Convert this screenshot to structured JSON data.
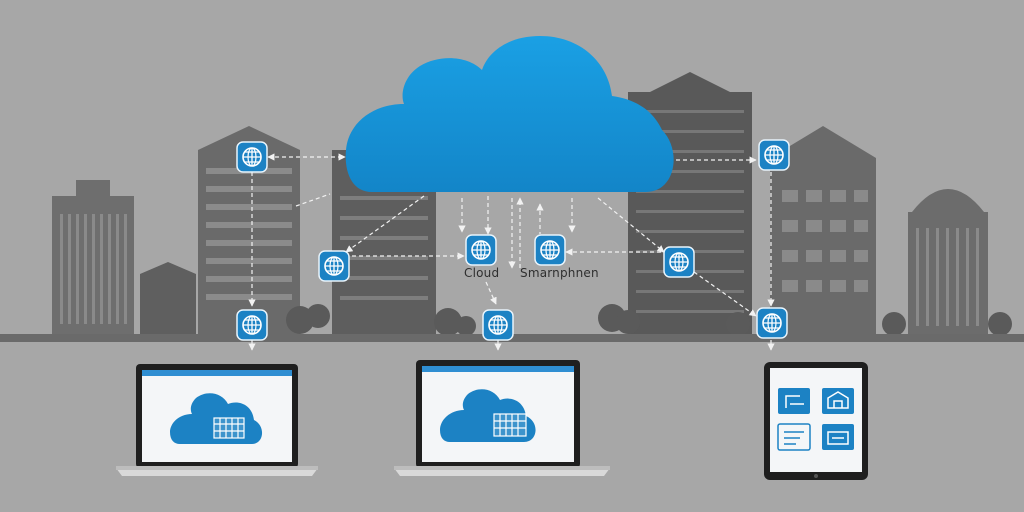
{
  "diagram": {
    "labels": {
      "cloud": "Cloud",
      "smartphone": "Smarnphnen"
    },
    "colors": {
      "background": "#a7a7a7",
      "buildings": "#6e6e6e",
      "buildings_dark": "#5c5c5c",
      "cloud": "#1591d6",
      "node": "#1c82c4",
      "connector": "#f2f2f2"
    },
    "nodes": [
      {
        "name": "node-top-left",
        "icon": "globe-grid-icon"
      },
      {
        "name": "node-mid-left",
        "icon": "globe-grid-icon"
      },
      {
        "name": "node-bottom-left",
        "icon": "globe-grid-icon"
      },
      {
        "name": "node-cloud",
        "icon": "globe-grid-icon"
      },
      {
        "name": "node-smartphone",
        "icon": "globe-grid-icon"
      },
      {
        "name": "node-bottom-center",
        "icon": "globe-grid-icon"
      },
      {
        "name": "node-mid-right",
        "icon": "globe-grid-icon"
      },
      {
        "name": "node-top-right",
        "icon": "globe-grid-icon"
      },
      {
        "name": "node-bottom-right",
        "icon": "globe-grid-icon"
      }
    ],
    "devices": [
      {
        "name": "laptop-left",
        "type": "laptop",
        "screen_icon": "cloud-icon"
      },
      {
        "name": "laptop-center",
        "type": "laptop",
        "screen_icon": "cloud-icon"
      },
      {
        "name": "tablet-right",
        "type": "tablet",
        "screen_icon": "app-grid-icon"
      }
    ]
  }
}
